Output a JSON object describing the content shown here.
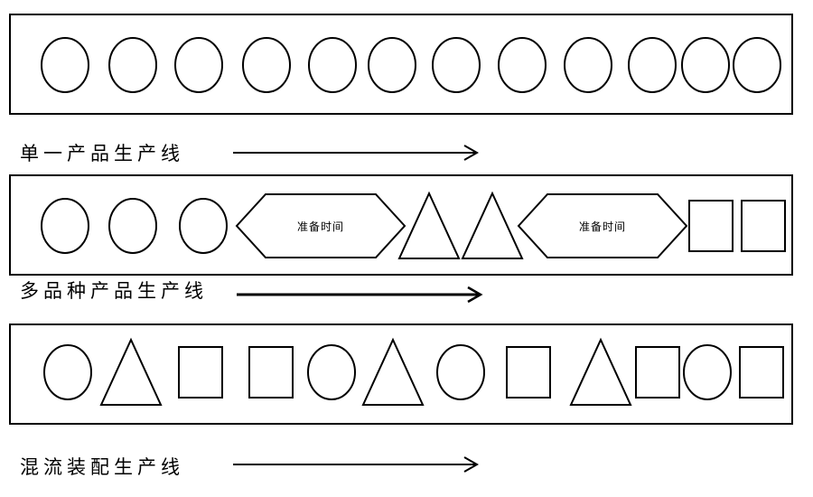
{
  "lines": [
    {
      "label": "单一产品生产线",
      "items": [
        "circle",
        "circle",
        "circle",
        "circle",
        "circle",
        "circle",
        "circle",
        "circle",
        "circle",
        "circle",
        "circle",
        "circle"
      ]
    },
    {
      "label": "多品种产品生产线",
      "items": [
        "circle",
        "circle",
        "circle",
        "hexagon",
        "triangle",
        "triangle",
        "hexagon",
        "square",
        "square"
      ],
      "prep_text": "准备时间"
    },
    {
      "label": "混流装配生产线",
      "items": [
        "circle",
        "triangle",
        "square",
        "square",
        "circle",
        "triangle",
        "circle",
        "square",
        "triangle",
        "square",
        "circle",
        "square"
      ]
    }
  ]
}
